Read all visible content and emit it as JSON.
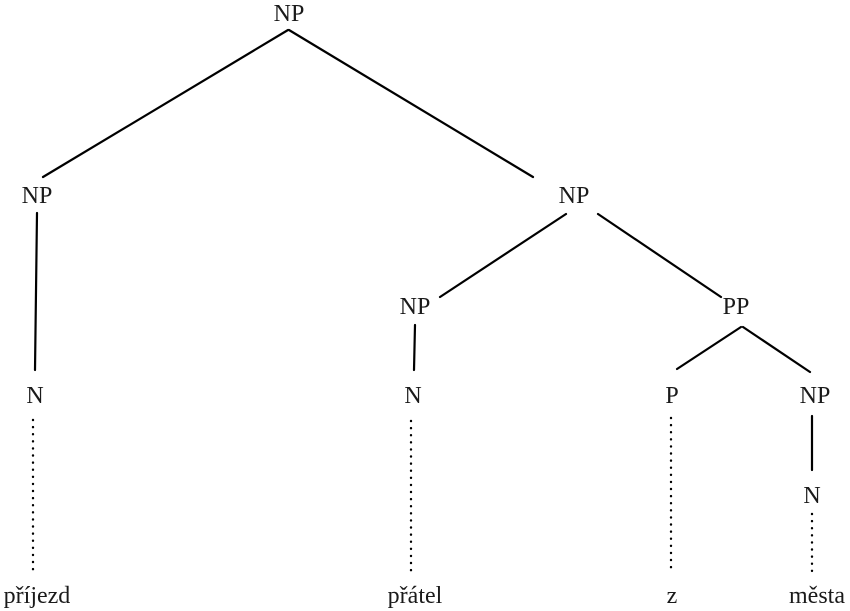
{
  "tree": {
    "nodes": [
      {
        "id": "np_root",
        "label": "NP"
      },
      {
        "id": "np_left",
        "label": "NP"
      },
      {
        "id": "np_right",
        "label": "NP"
      },
      {
        "id": "n1",
        "label": "N"
      },
      {
        "id": "np_mid",
        "label": "NP"
      },
      {
        "id": "pp",
        "label": "PP"
      },
      {
        "id": "n2",
        "label": "N"
      },
      {
        "id": "p",
        "label": "P"
      },
      {
        "id": "np_last",
        "label": "NP"
      },
      {
        "id": "n3",
        "label": "N"
      },
      {
        "id": "w1",
        "label": "příjezd"
      },
      {
        "id": "w2",
        "label": "přátel"
      },
      {
        "id": "w3",
        "label": "z"
      },
      {
        "id": "w4",
        "label": "města"
      }
    ],
    "edges": [
      {
        "from": "np_root",
        "to": "np_left",
        "style": "solid"
      },
      {
        "from": "np_root",
        "to": "np_right",
        "style": "solid"
      },
      {
        "from": "np_left",
        "to": "n1",
        "style": "solid"
      },
      {
        "from": "np_right",
        "to": "np_mid",
        "style": "solid"
      },
      {
        "from": "np_right",
        "to": "pp",
        "style": "solid"
      },
      {
        "from": "np_mid",
        "to": "n2",
        "style": "solid"
      },
      {
        "from": "pp",
        "to": "p",
        "style": "solid"
      },
      {
        "from": "pp",
        "to": "np_last",
        "style": "solid"
      },
      {
        "from": "np_last",
        "to": "n3",
        "style": "solid"
      },
      {
        "from": "n1",
        "to": "w1",
        "style": "dotted"
      },
      {
        "from": "n2",
        "to": "w2",
        "style": "dotted"
      },
      {
        "from": "p",
        "to": "w3",
        "style": "dotted"
      },
      {
        "from": "n3",
        "to": "w4",
        "style": "dotted"
      }
    ]
  }
}
